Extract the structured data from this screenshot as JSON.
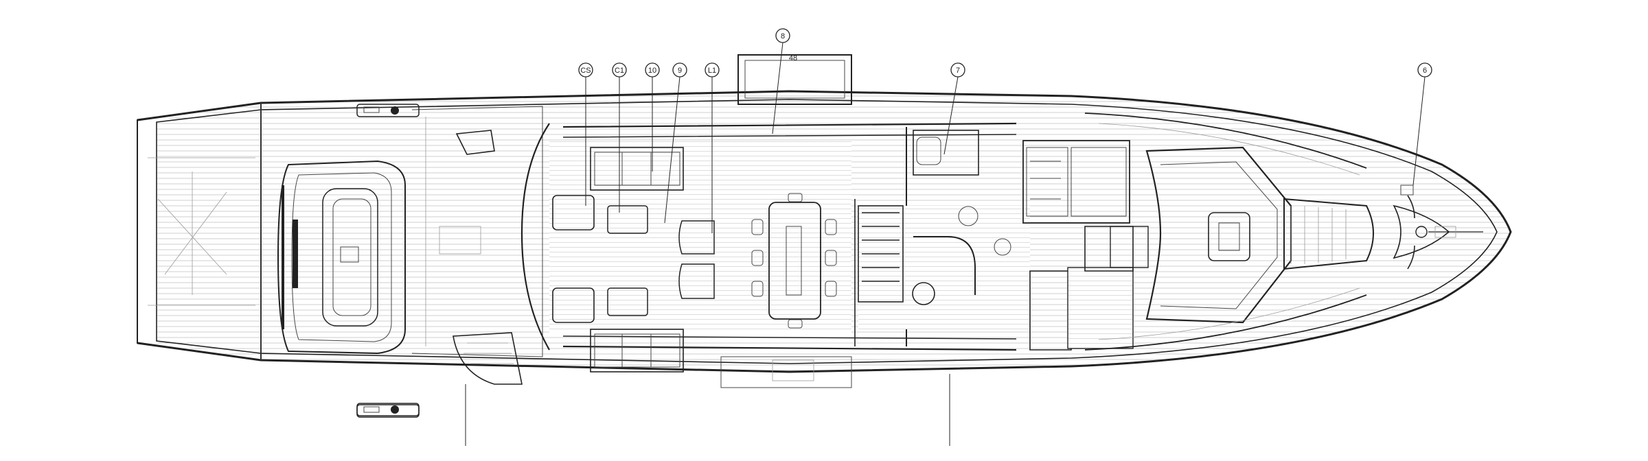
{
  "drawing": {
    "callouts": [
      {
        "id": "cs",
        "label": "CS"
      },
      {
        "id": "c1",
        "label": "C1"
      },
      {
        "id": "10",
        "label": "10"
      },
      {
        "id": "9",
        "label": "9"
      },
      {
        "id": "l1",
        "label": "L1"
      },
      {
        "id": "8",
        "label": "8"
      },
      {
        "id": "7",
        "label": "7"
      },
      {
        "id": "6",
        "label": "6"
      }
    ],
    "hatch_label": "48"
  },
  "colors": {
    "stroke": "#222222",
    "deck_lines": "#b5b5b5",
    "background": "#ffffff"
  }
}
